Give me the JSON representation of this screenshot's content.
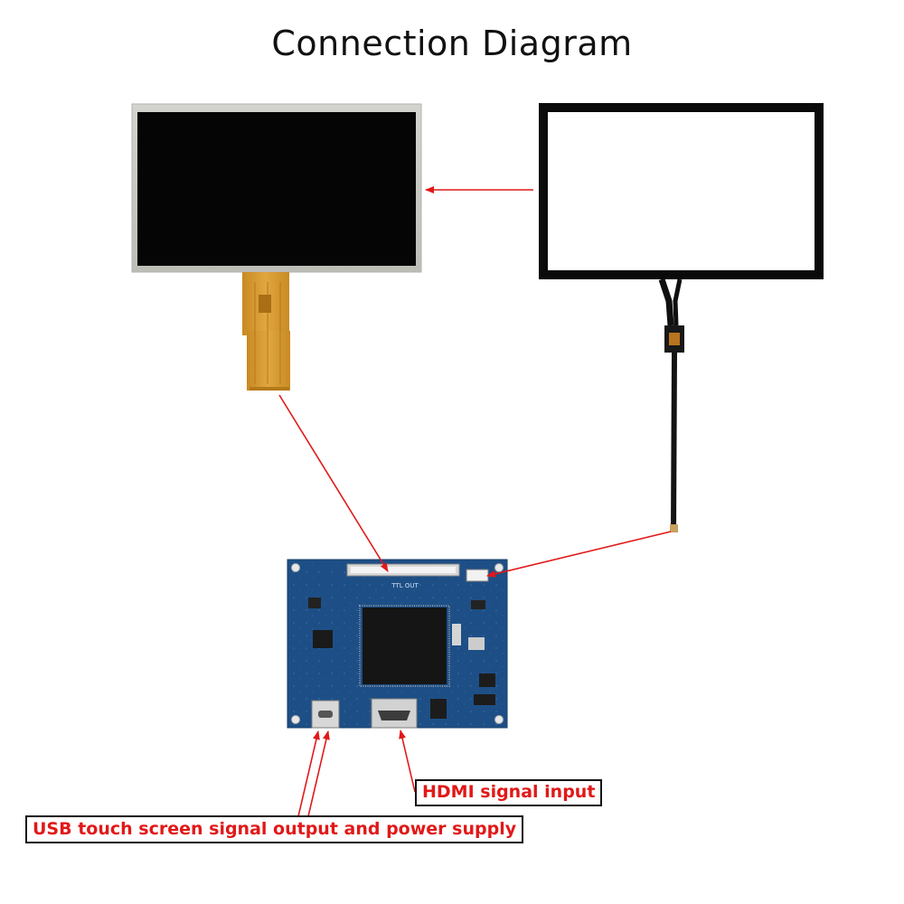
{
  "title": "Connection Diagram",
  "labels": {
    "hdmi": "HDMI signal input",
    "usb": "USB touch screen signal output and power supply"
  },
  "board": {
    "connector_text": "TTL OUT"
  },
  "colors": {
    "arrow": "#e11818",
    "pcb": "#1d4f86",
    "lcd_frame": "#c9c9c4",
    "lcd_screen": "#050505",
    "fpc": "#d59a2c",
    "touch_frame": "#0a0a0a"
  }
}
